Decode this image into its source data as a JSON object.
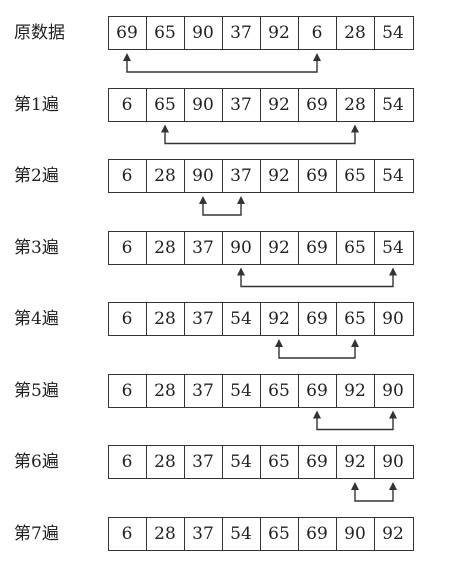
{
  "rows": [
    {
      "label": "原数据",
      "values": [
        69,
        65,
        90,
        37,
        92,
        6,
        28,
        54
      ],
      "swap": [
        0,
        5
      ]
    },
    {
      "label": "第1遍",
      "values": [
        6,
        65,
        90,
        37,
        92,
        69,
        28,
        54
      ],
      "swap": [
        1,
        6
      ]
    },
    {
      "label": "第2遍",
      "values": [
        6,
        28,
        90,
        37,
        92,
        69,
        65,
        54
      ],
      "swap": [
        2,
        3
      ]
    },
    {
      "label": "第3遍",
      "values": [
        6,
        28,
        37,
        90,
        92,
        69,
        65,
        54
      ],
      "swap": [
        3,
        7
      ]
    },
    {
      "label": "第4遍",
      "values": [
        6,
        28,
        37,
        54,
        92,
        69,
        65,
        90
      ],
      "swap": [
        4,
        6
      ]
    },
    {
      "label": "第5遍",
      "values": [
        6,
        28,
        37,
        54,
        65,
        69,
        92,
        90
      ],
      "swap": [
        5,
        7
      ]
    },
    {
      "label": "第6遍",
      "values": [
        6,
        28,
        37,
        54,
        65,
        69,
        92,
        90
      ],
      "swap": [
        6,
        7
      ]
    },
    {
      "label": "第7遍",
      "values": [
        6,
        28,
        37,
        54,
        65,
        69,
        90,
        92
      ],
      "swap": null
    }
  ],
  "colors": {
    "line": "#333333",
    "text": "#222222"
  }
}
